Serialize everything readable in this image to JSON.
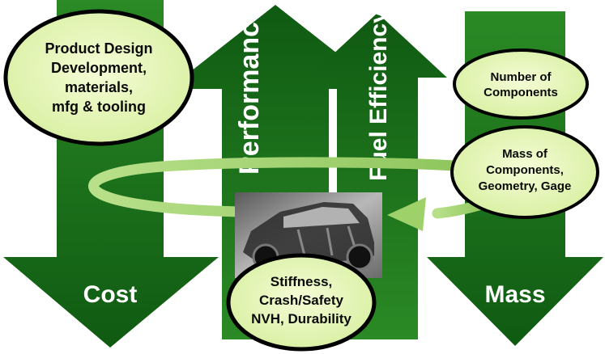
{
  "arrows": {
    "cost": {
      "label": "Cost",
      "direction": "down"
    },
    "performance": {
      "label": "Performance",
      "direction": "up"
    },
    "fuel_efficiency": {
      "label": "Fuel Efficiency",
      "direction": "up"
    },
    "mass": {
      "label": "Mass",
      "direction": "down"
    }
  },
  "bubbles": {
    "product_design": {
      "lines": [
        "Product Design",
        "Development,",
        "materials,",
        "mfg & tooling"
      ]
    },
    "number_of_components": {
      "lines": [
        "Number of",
        "Components"
      ]
    },
    "mass_of_components": {
      "lines": [
        "Mass of",
        "Components,",
        "Geometry, Gage"
      ]
    },
    "stiffness": {
      "lines": [
        "Stiffness,",
        "Crash/Safety",
        "NVH, Durability"
      ]
    }
  },
  "colors": {
    "arrow_green": "#1e7a1e",
    "arrow_green_dark": "#0f5a12",
    "bubble_fill": "#e8f7b8",
    "bubble_stroke": "#000000",
    "loop_green": "#9ed16a"
  },
  "image": {
    "subject": "car-body-frame-image"
  }
}
